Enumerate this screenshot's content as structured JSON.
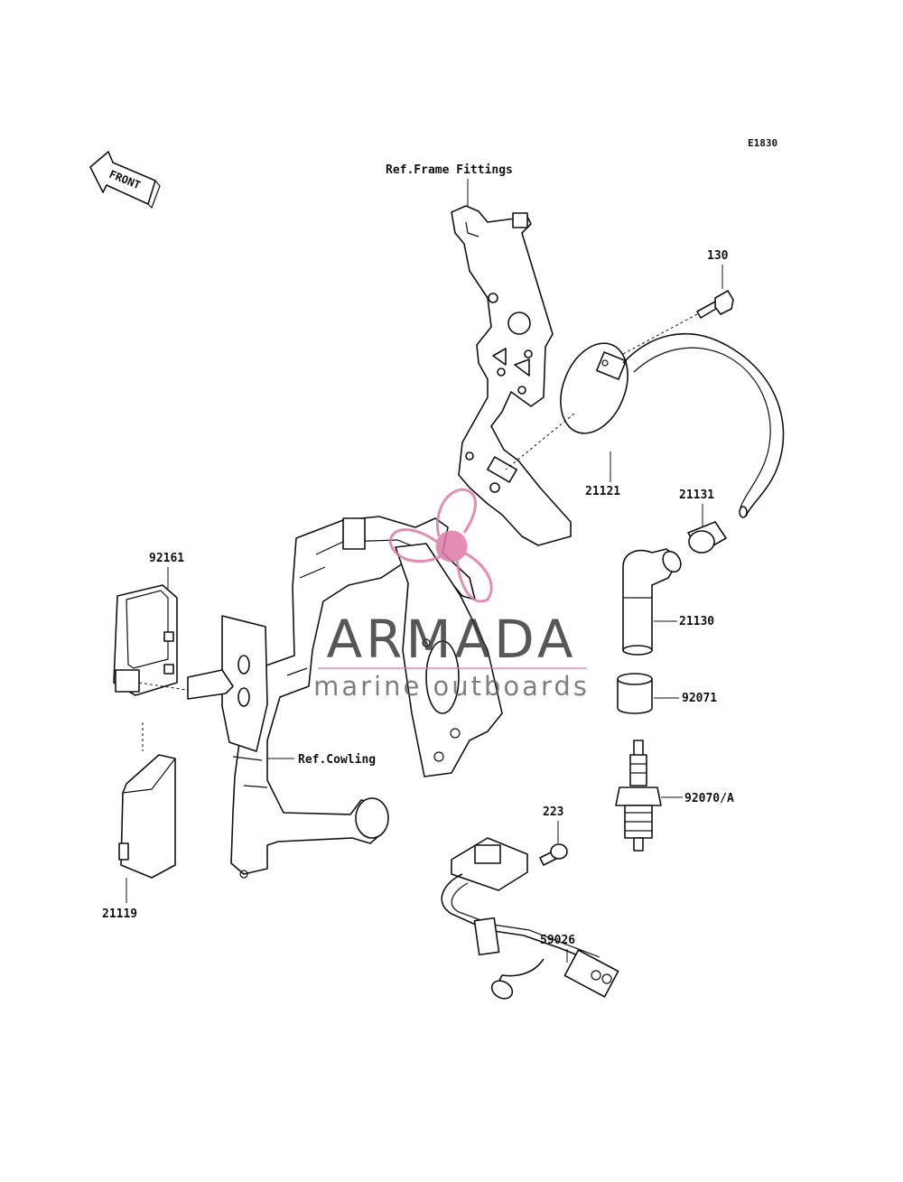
{
  "diagram": {
    "code": "E1830",
    "front_label": "FRONT",
    "callouts": {
      "ref_frame_fittings": "Ref.Frame Fittings",
      "ref_cowling": "Ref.Cowling",
      "p130": "130",
      "p21121": "21121",
      "p21131": "21131",
      "p21130": "21130",
      "p92071": "92071",
      "p92070a": "92070/A",
      "p223": "223",
      "p59026": "59026",
      "p92161": "92161",
      "p21119": "21119"
    }
  },
  "watermark": {
    "brand": "ARMADA",
    "tagline": "marine outboards",
    "color": "#e07aa8"
  }
}
